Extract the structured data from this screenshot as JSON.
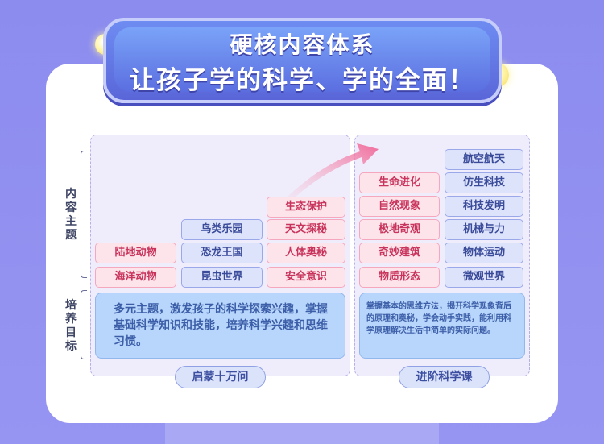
{
  "banner": {
    "line1": "硬核内容体系",
    "line2": "让孩子学的科学、学的全面！"
  },
  "side_labels": {
    "content": "内容主题",
    "goal": "培养目标"
  },
  "left": {
    "col1": [
      "陆地动物",
      "海洋动物"
    ],
    "col2": [
      "鸟类乐园",
      "恐龙王国",
      "昆虫世界"
    ],
    "col3": [
      "生态保护",
      "天文探秘",
      "人体奥秘",
      "安全意识"
    ],
    "goal": "多元主题，激发孩子的科学探索兴趣，掌握基础科学知识和技能，培养科学兴趣和思维习惯。",
    "pill": "启蒙十万问"
  },
  "right": {
    "pink": [
      "生命进化",
      "自然现象",
      "极地奇观",
      "奇妙建筑",
      "物质形态"
    ],
    "blue": [
      "航空航天",
      "仿生科技",
      "科技发明",
      "机械与力",
      "物体运动",
      "微观世界"
    ],
    "goal": "掌握基本的思维方法，揭开科学现象背后的原理和奥秘，学会动手实践，能利用科学原理解决生活中简单的实际问题。",
    "pill": "进阶科学课"
  },
  "colors": {
    "background": "#8f8ef0",
    "pink_tag": "#fde4ea",
    "blue_tag": "#dde3fb",
    "goal_box": "#b8d6fb"
  },
  "icons": [
    "star-icon",
    "arrow-icon"
  ]
}
